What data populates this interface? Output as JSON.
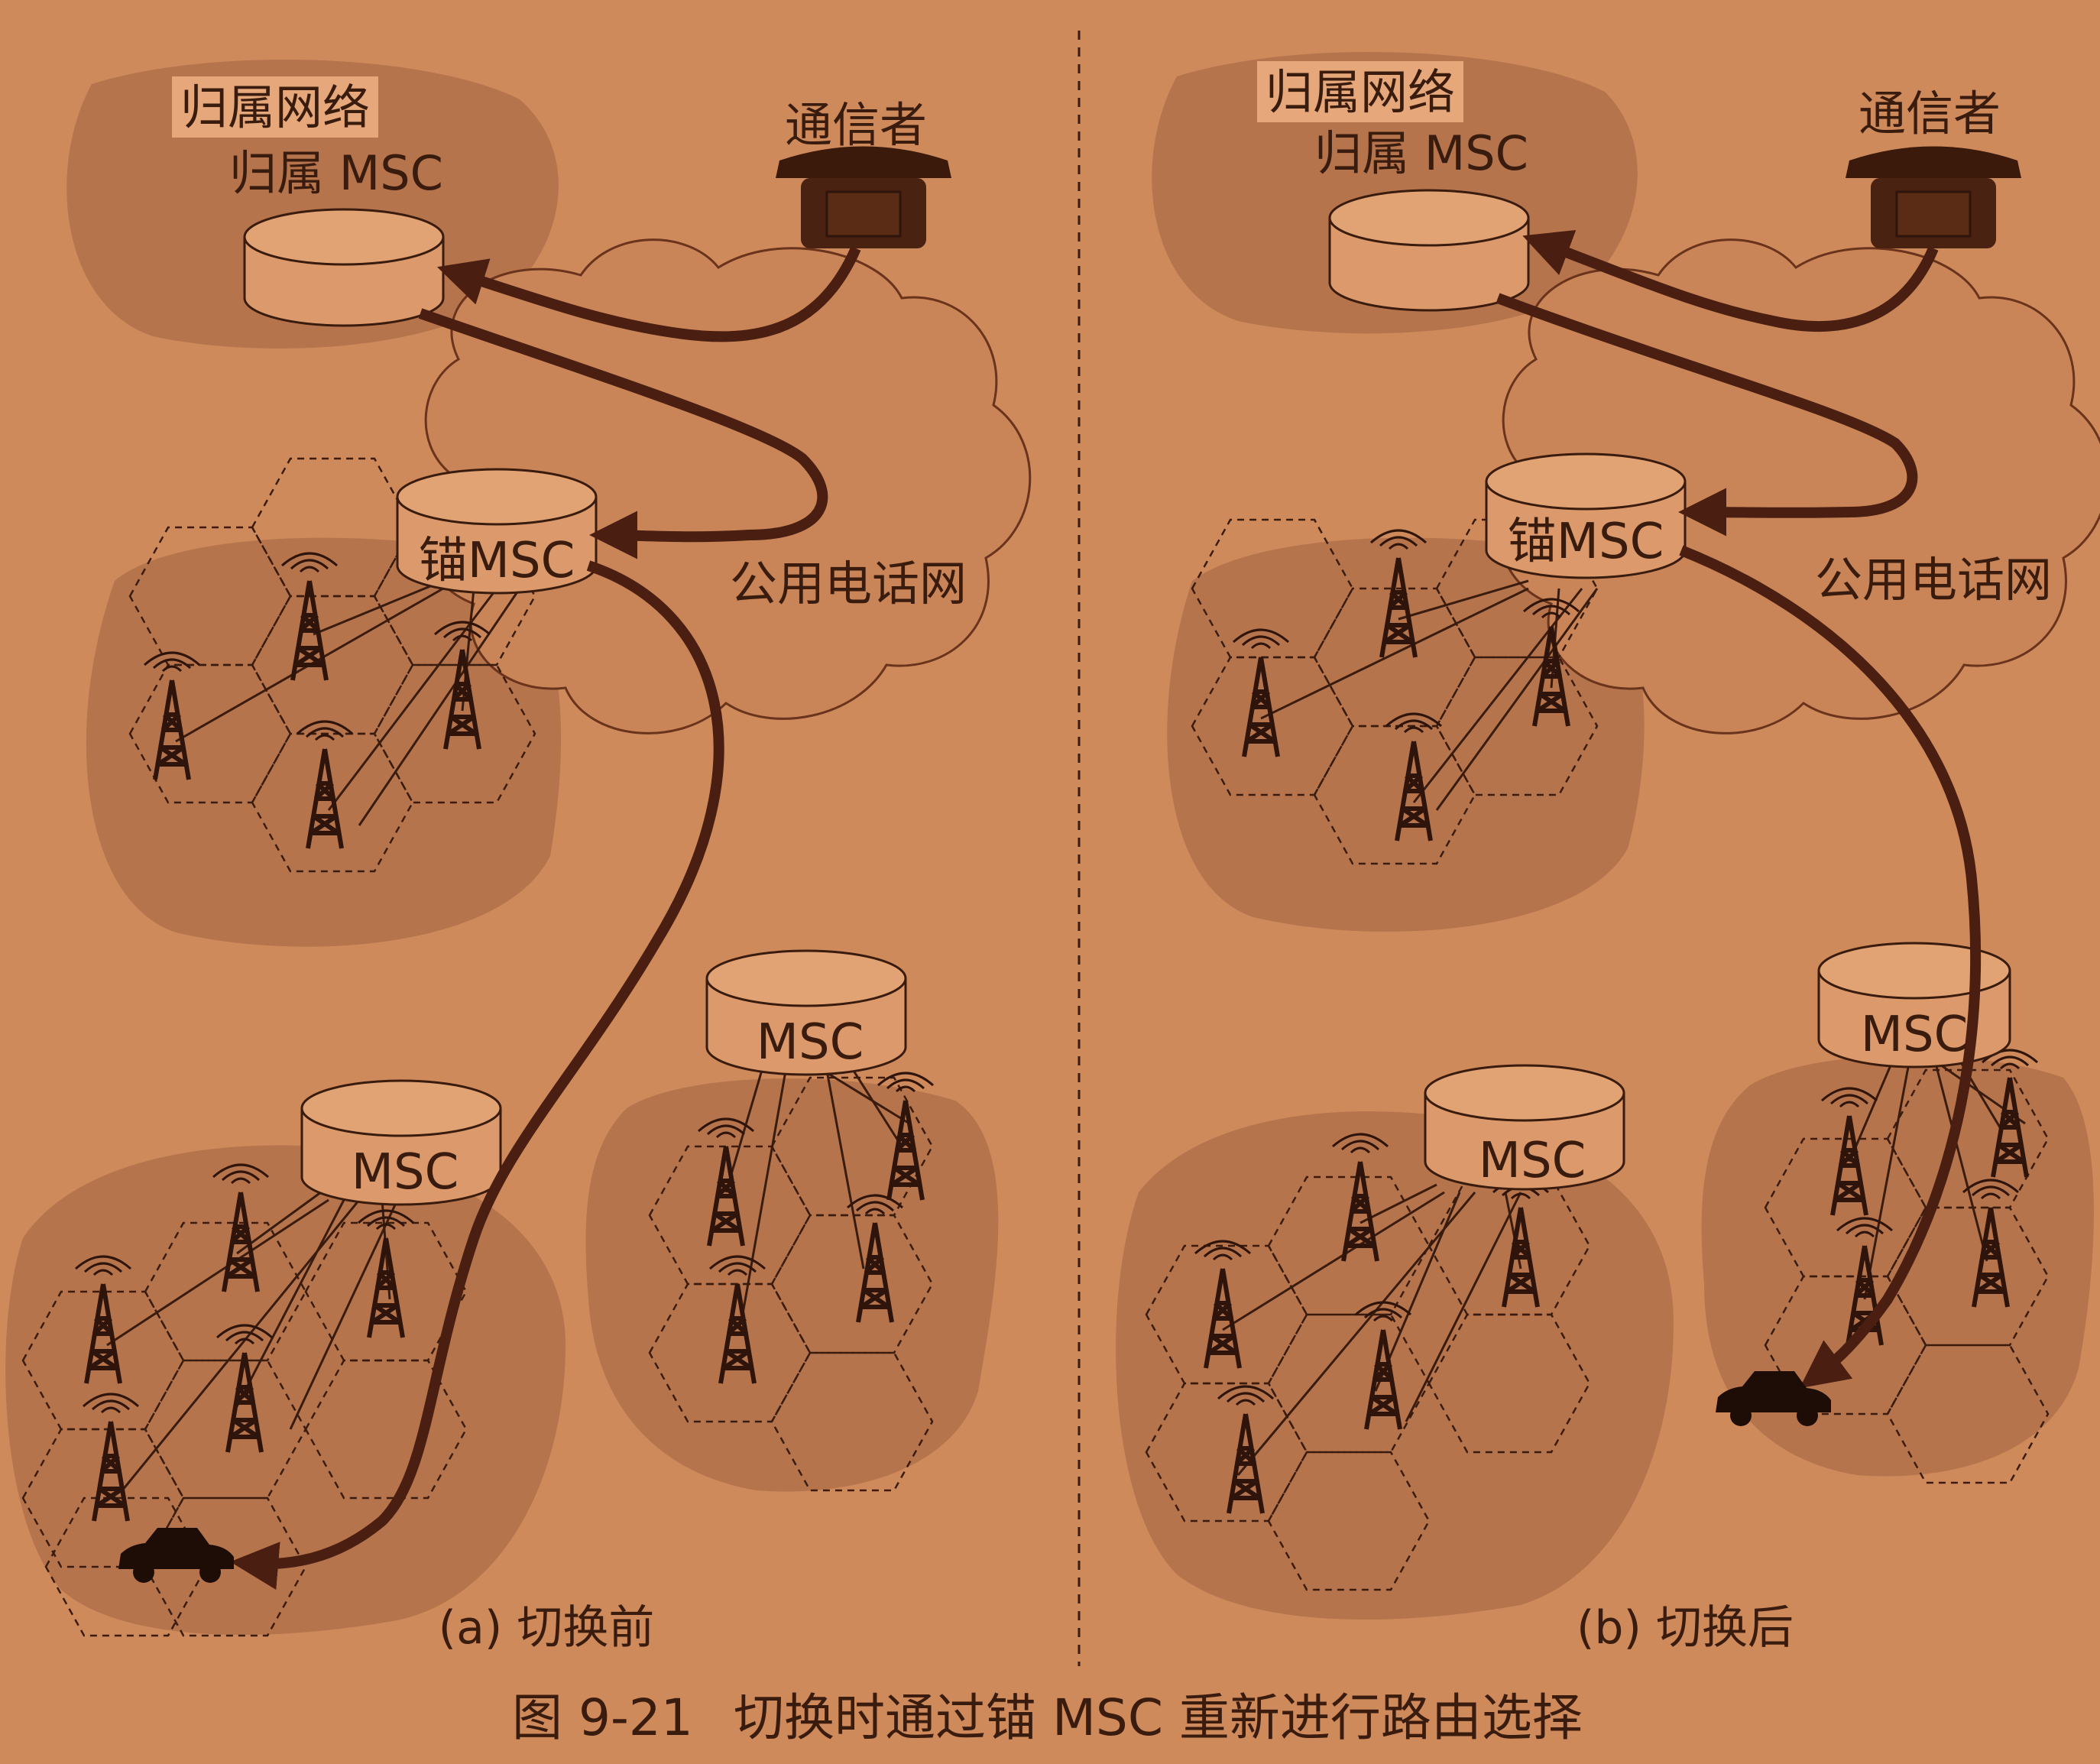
{
  "figure": {
    "number": "图 9-21",
    "caption": "切换时通过锚 MSC 重新进行路由选择"
  },
  "panel_a": {
    "caption": "(a) 切换前",
    "home_network": "归属网络",
    "home_msc": "归属 MSC",
    "caller": "通信者",
    "anchor_msc": "锚MSC",
    "pstn": "公用电话网",
    "msc_middle": "MSC",
    "msc_right": "MSC"
  },
  "panel_b": {
    "caption": "(b) 切换后",
    "home_network": "归属网络",
    "home_msc": "归属 MSC",
    "caller": "通信者",
    "anchor_msc": "锚MSC",
    "pstn": "公用电话网",
    "msc_middle": "MSC",
    "msc_right": "MSC"
  },
  "colors": {
    "background": "#cf8a5c",
    "region_shade": "#b2704a",
    "cloud": "#c98558",
    "cylinder": "#dc9a6c",
    "route_arrow": "#4a1e10",
    "ink": "#3a1c0f"
  }
}
